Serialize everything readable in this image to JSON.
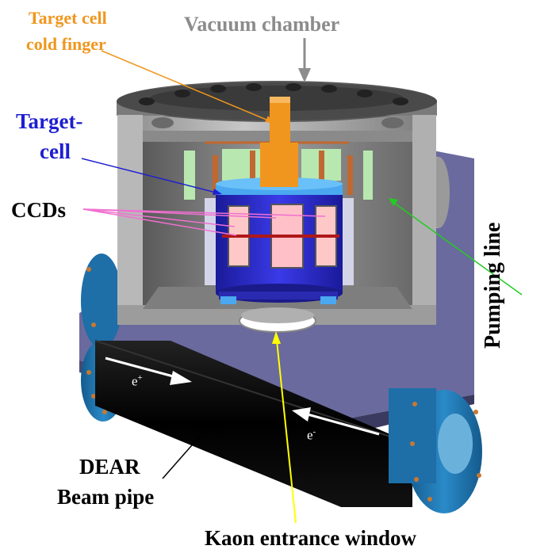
{
  "labels": {
    "target_cell_cold_finger": [
      "Target cell",
      "cold finger"
    ],
    "vacuum_chamber": "Vacuum chamber",
    "target_cell": [
      "Target-",
      "cell"
    ],
    "ccds": "CCDs",
    "pumping_line": "Pumping line",
    "dear_beam_pipe": [
      "DEAR",
      "Beam pipe"
    ],
    "kaon_entrance_window": "Kaon entrance window",
    "positron": {
      "base": "e",
      "sup": "+"
    },
    "electron": {
      "base": "e",
      "sup": "-"
    }
  },
  "colors": {
    "cold_finger": "#f0961e",
    "vacuum_chamber": "#8c8c8c",
    "target_cell": "#1e1ed2",
    "ccds": "#f070d0",
    "pumping_line": "#22cc22",
    "kaon_window": "#ffff00",
    "beam_pipe_label": "#000000",
    "chamber_metal": "#a8a8a8",
    "platform": "#6a6a9e",
    "flange_blue": "#1e6ea8"
  }
}
